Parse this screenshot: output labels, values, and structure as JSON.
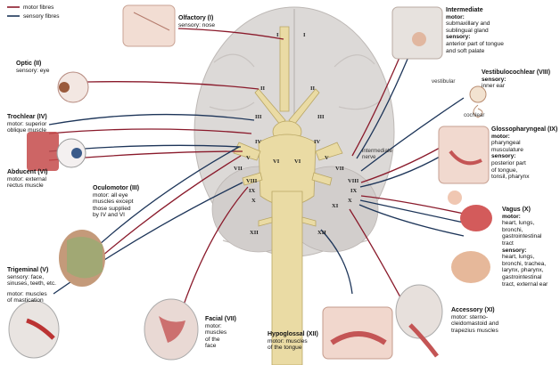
{
  "colors": {
    "motor": "#8a1a2b",
    "sensory": "#1d3559",
    "nerve": "#e9d9a0",
    "brain": "#d9d6d4"
  },
  "legend": {
    "motor": "motor fibres",
    "sensory": "sensory fibres"
  },
  "nerves": {
    "olfactory": {
      "title": "Olfactory (I)",
      "line1": "sensory: nose"
    },
    "optic": {
      "title": "Optic (II)",
      "line1": "sensory: eye"
    },
    "trochlear": {
      "title": "Trochlear (IV)",
      "line1": "motor: superior",
      "line2": "oblique muscle"
    },
    "abducent": {
      "title": "Abducent (VI)",
      "line1": "motor: external",
      "line2": "rectus muscle"
    },
    "oculomotor": {
      "title": "Oculomotor (III)",
      "line1": "motor: all eye",
      "line2": "muscles except",
      "line3": "those supplied",
      "line4": "by IV and VI"
    },
    "trigeminal": {
      "title": "Trigeminal (V)",
      "line1": "sensory: face,",
      "line2": "sinuses, teeth, etc.",
      "line3": "motor: muscles",
      "line4": "of mastication"
    },
    "facial": {
      "title": "Facial (VII)",
      "line1": "motor:",
      "line2": "muscles",
      "line3": "of the",
      "line4": "face"
    },
    "hypoglossal": {
      "title": "Hypoglossal (XII)",
      "line1": "motor: muscles",
      "line2": "of the tongue"
    },
    "intermediate": {
      "title": "Intermediate",
      "l1": "motor:",
      "l2": "submaxillary and",
      "l3": "sublingual gland",
      "l4": "sensory:",
      "l5": "anterior part of tongue",
      "l6": "and soft palate"
    },
    "vestibulocochlear": {
      "title": "Vestibulocochlear (VIII)",
      "line1": "sensory:",
      "line2": "inner ear"
    },
    "glossopharyngeal": {
      "title": "Glossopharyngeal (IX)",
      "l1": "motor:",
      "l2": "pharyngeal",
      "l3": "musculature",
      "l4": "sensory:",
      "l5": "posterior part",
      "l6": "of tongue,",
      "l7": "tonsil, pharynx"
    },
    "vagus": {
      "title": "Vagus (X)",
      "l1": "motor:",
      "l2": "heart, lungs,",
      "l3": "bronchi,",
      "l4": "gastrointestinal",
      "l5": "tract",
      "l6": "sensory:",
      "l7": "heart, lungs,",
      "l8": "bronchi, trachea,",
      "l9": "larynx, pharynx,",
      "l10": "gastrointestinal",
      "l11": "tract, external ear"
    },
    "accessory": {
      "title": "Accessory (XI)",
      "line1": "motor: sterno-",
      "line2": "cleidomastoid and",
      "line3": "trapezius muscles"
    }
  },
  "tags": {
    "vestibular": "vestibular",
    "cochlear": "cochlear",
    "intermediate_nerve": "intermediate nerve"
  },
  "numerals": {
    "I": "I",
    "II": "II",
    "III": "III",
    "IV": "IV",
    "V": "V",
    "VI": "VI",
    "VII": "VII",
    "VIII": "VIII",
    "IX": "IX",
    "X": "X",
    "XI": "XI",
    "XII": "XII"
  }
}
